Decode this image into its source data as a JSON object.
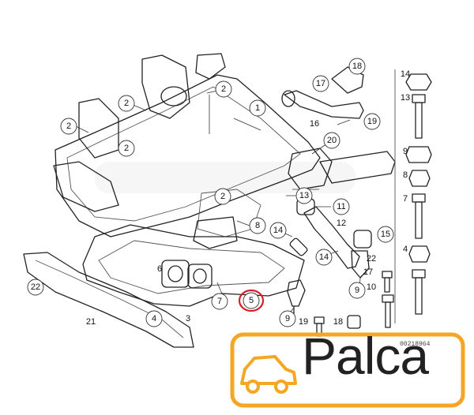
{
  "diagram": {
    "doc_id": "00218964",
    "highlight_color": "#d81e28",
    "callouts": [
      {
        "text": "1"
      },
      {
        "text": "2"
      },
      {
        "text": "2"
      },
      {
        "text": "2"
      },
      {
        "text": "2"
      },
      {
        "text": "2"
      },
      {
        "text": "3"
      },
      {
        "text": "4"
      },
      {
        "text": "4"
      },
      {
        "text": "5"
      },
      {
        "text": "6"
      },
      {
        "text": "7"
      },
      {
        "text": "7"
      },
      {
        "text": "8"
      },
      {
        "text": "8"
      },
      {
        "text": "9"
      },
      {
        "text": "9"
      },
      {
        "text": "9"
      },
      {
        "text": "10"
      },
      {
        "text": "11"
      },
      {
        "text": "12"
      },
      {
        "text": "13"
      },
      {
        "text": "13"
      },
      {
        "text": "14"
      },
      {
        "text": "14"
      },
      {
        "text": "14"
      },
      {
        "text": "15"
      },
      {
        "text": "16"
      },
      {
        "text": "17"
      },
      {
        "text": "17"
      },
      {
        "text": "18"
      },
      {
        "text": "18"
      },
      {
        "text": "19"
      },
      {
        "text": "19"
      },
      {
        "text": "20"
      },
      {
        "text": "21"
      },
      {
        "text": "22"
      },
      {
        "text": "22"
      }
    ]
  },
  "logo": {
    "brand": "Palca",
    "color": "#f5a623"
  }
}
